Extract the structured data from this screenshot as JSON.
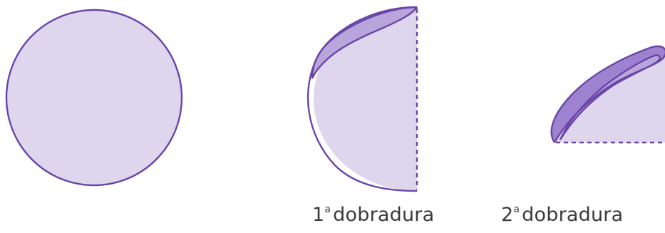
{
  "captions": {
    "first": {
      "number": "1",
      "sup": "a",
      "word": "dobradura"
    },
    "second": {
      "number": "2",
      "sup": "a",
      "word": "dobradura"
    }
  },
  "colors": {
    "paper": "#ddd6ec",
    "fold": "#b9a4dc",
    "outline": "#6a45a8"
  }
}
